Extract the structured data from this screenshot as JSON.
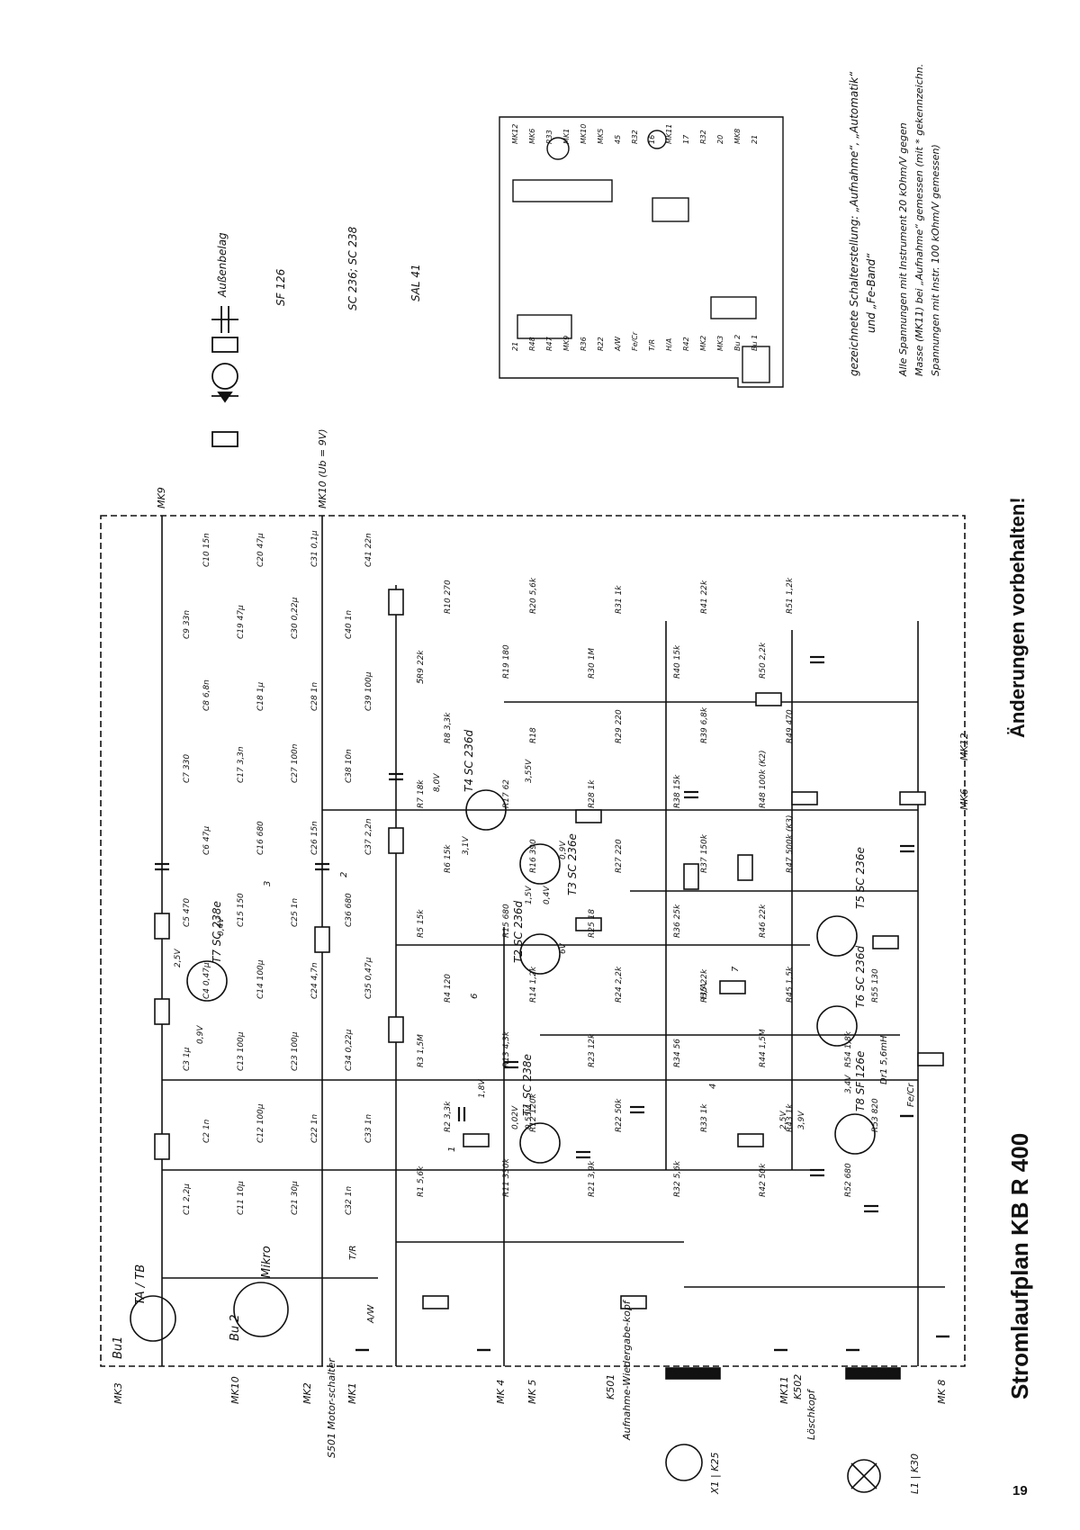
{
  "title": "Stromlaufplan KB R 400",
  "notice": "Änderungen vorbehalten!",
  "page_number": "19",
  "switch_note": {
    "line1": "gezeichnete Schalterstellung: „Aufnahme“, „Automatik“",
    "line2": "und „Fe-Band“"
  },
  "voltage_note": {
    "line1": "Alle Spannungen mit Instrument 20 kOhm/V gegen",
    "line2": "Masse (MK11) bei „Aufnahme“ gemessen (mit * gekennzeichn.",
    "line3": "Spannungen mit Instr. 100 kOhm/V gemessen)"
  },
  "legend": [
    {
      "symbol": "capacitor-outer-foil",
      "text": "Außenbelag"
    },
    {
      "symbol": "transistor-pinout-cbe",
      "text": "SF 126"
    },
    {
      "symbol": "transistor-pinout-ebc",
      "text": "SC 236; SC 238"
    },
    {
      "symbol": "diode",
      "text": "SAL 41"
    }
  ],
  "transistors": [
    "T1 SC 238e",
    "T2 SC 236d",
    "T3 SC 236e",
    "T4 SC 236d",
    "T5 SC 236e",
    "T6 SC 236d",
    "T7 SC 238e",
    "T8 SF 126e"
  ],
  "voltage_marks": [
    "8,0V",
    "3,55V",
    "3,1V",
    "0,9V",
    "1,5V",
    "0,4V",
    "6V",
    "2,5V",
    "0,9V",
    "0,4V",
    "1,8V",
    "0,55V",
    "0,02V",
    "3,4V",
    "3,9V",
    "2,5V"
  ],
  "connectors": [
    "MK3",
    "MK10",
    "MK2",
    "MK1",
    "MK 4",
    "MK 5",
    "MK11",
    "MK 8",
    "MK9",
    "MK10 (Ub = 9V)",
    "MK12",
    "MK6"
  ],
  "sockets": [
    "Bu1",
    "TA / TB",
    "Bu 2",
    "Mikro"
  ],
  "heads": [
    {
      "id": "K501",
      "name": "Aufnahme-Wiedergabe-kopf",
      "part": "X1 | K25"
    },
    {
      "id": "K502",
      "name": "Löschkopf",
      "part": "L1 | K30"
    }
  ],
  "motor_switch": "S501 Motor-schalter",
  "components": {
    "resistors": [
      "R1 5,6k",
      "R2 3,3k",
      "R3 1,5M",
      "R4 120",
      "R5 15k",
      "R6 15k",
      "R7 18k",
      "R8 3,3k",
      "R9 22k",
      "R10 270",
      "R11 330k",
      "R12 120k",
      "R13 4,3k",
      "R14 1,2k",
      "R15 680",
      "R16 390",
      "R17 62",
      "R18",
      "R19 180",
      "R20 5,6k",
      "R21 3,9k",
      "R22 50k",
      "R23 12k",
      "R24 2,2k",
      "R25 18",
      "R27 220",
      "R28 1k",
      "R29 220",
      "R30 1M",
      "R31 1k",
      "R32 5,6k",
      "R33 1k",
      "R34 56",
      "R35 22k",
      "R36 25k",
      "R37 150k",
      "R38 15k",
      "R39 6,8k",
      "R40 15k",
      "R41 22k",
      "R42 50k",
      "R43 1k",
      "R44 1,5M",
      "R45 1,5k",
      "R46 22k",
      "R47 500k (K3)",
      "R48 100k (K2)",
      "R49 470",
      "R50 2,2k",
      "R51 1,2k",
      "R52 680",
      "R53 820",
      "R54 1,8k",
      "R55 130"
    ],
    "capacitors": [
      "C1 2,2µ",
      "C2 1n",
      "C3 1µ",
      "C4 0,47µ",
      "C5 470",
      "C6 47µ",
      "C7 330",
      "C8 6,8n",
      "C9 33n",
      "C10 15n",
      "C11 10µ",
      "C12 100µ",
      "C13 100µ",
      "C14 100µ",
      "C15 150",
      "C16 680",
      "C17 3,3n",
      "C18 1µ",
      "C19 47µ",
      "C20 47µ",
      "C21 30µ",
      "C22 1n",
      "C23 100µ",
      "C24 4,7n",
      "C25 1n",
      "C26 15n",
      "C27 100n",
      "C28 1n",
      "C30 0,22µ",
      "C31 0,1µ",
      "C32 1n",
      "C33 1n",
      "C34 0,22µ",
      "C35 0,47µ",
      "C36 680",
      "C37 2,2n",
      "C38 10n",
      "C39 100µ",
      "C40 1n",
      "C41 22n"
    ]
  },
  "switches": [
    "T/R",
    "A/W",
    "H/A",
    "Fe/Cr",
    "Dr1 5,6mH"
  ],
  "test_points": [
    "1",
    "2",
    "3",
    "4",
    "5",
    "6",
    "7"
  ],
  "pcb_view": {
    "labels": [
      "MK12",
      "MK6",
      "R33",
      "MK1",
      "MK10",
      "MK5",
      "45",
      "R32",
      "16",
      "MK11",
      "17",
      "R32",
      "20",
      "MK8",
      "21",
      "21",
      "R48",
      "R47",
      "MK9",
      "R36",
      "R22",
      "A/W",
      "Fe/Cr",
      "T/R",
      "H/A",
      "R42",
      "MK2",
      "MK3",
      "Bu 2",
      "Bu 1"
    ]
  },
  "colors": {
    "ink": "#111111",
    "paper": "#ffffff"
  }
}
